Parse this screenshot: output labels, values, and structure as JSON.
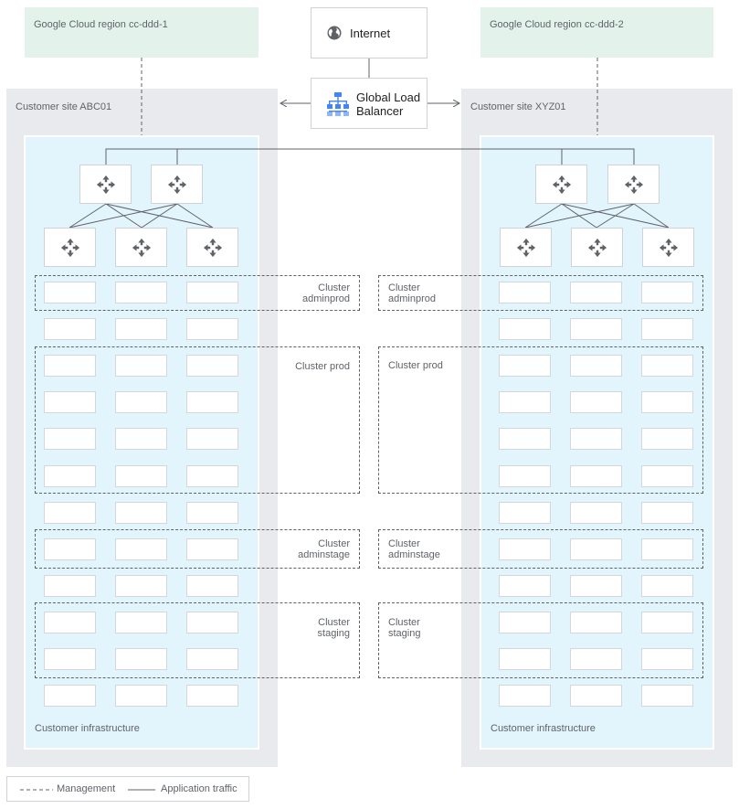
{
  "regions": {
    "left": "Google Cloud region cc-ddd-1",
    "right": "Google Cloud region cc-ddd-2"
  },
  "internet": {
    "label": "Internet",
    "icon": "globe-icon"
  },
  "load_balancer": {
    "line1": "Global Load",
    "line2": "Balancer",
    "icon": "load-balancer-icon"
  },
  "sites": {
    "left": "Customer site ABC01",
    "right": "Customer site XYZ01"
  },
  "infrastructure_label": "Customer infrastructure",
  "router_icon": "router-icon",
  "clusters": {
    "adminprod": [
      "Cluster",
      "adminprod"
    ],
    "prod": [
      "Cluster prod"
    ],
    "adminstage": [
      "Cluster",
      "adminstage"
    ],
    "staging": [
      "Cluster",
      "staging"
    ]
  },
  "legend": {
    "management": "Management",
    "application": "Application traffic"
  },
  "colors": {
    "region": "#e3f3ec",
    "site": "#e8eaed",
    "infrastructure": "#e2f4fc",
    "lb_icon": "#4285f4"
  }
}
